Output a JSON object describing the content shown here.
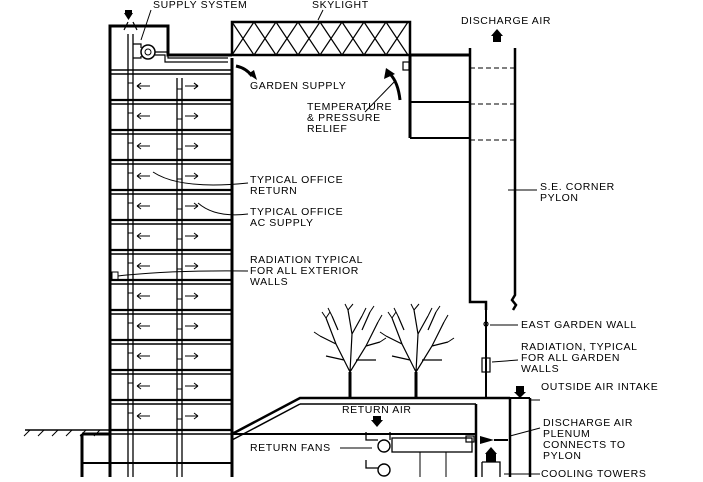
{
  "labels": {
    "supply_system": "SUPPLY SYSTEM",
    "skylight": "SKYLIGHT",
    "discharge_air": "DISCHARGE AIR",
    "garden_supply": "GARDEN SUPPLY",
    "temp_line1": "TEMPERATURE",
    "temp_line2": "& PRESSURE",
    "temp_line3": "RELIEF",
    "office_return_1": "TYPICAL OFFICE",
    "office_return_2": "RETURN",
    "office_supply_1": "TYPICAL OFFICE",
    "office_supply_2": "AC SUPPLY",
    "se_corner_1": "S.E. CORNER",
    "se_corner_2": "PYLON",
    "radiation_ext_1": "RADIATION TYPICAL",
    "radiation_ext_2": "FOR ALL EXTERIOR",
    "radiation_ext_3": "WALLS",
    "east_garden_wall": "EAST GARDEN WALL",
    "radiation_garden_1": "RADIATION, TYPICAL",
    "radiation_garden_2": "FOR ALL GARDEN",
    "radiation_garden_3": "WALLS",
    "outside_air_intake": "OUTSIDE AIR INTAKE",
    "return_air": "RETURN AIR",
    "return_fans": "RETURN FANS",
    "plenum_1": "DISCHARGE AIR",
    "plenum_2": "PLENUM",
    "plenum_3": "CONNECTS TO",
    "plenum_4": "PYLON",
    "cooling_towers": "COOLING TOWERS"
  }
}
